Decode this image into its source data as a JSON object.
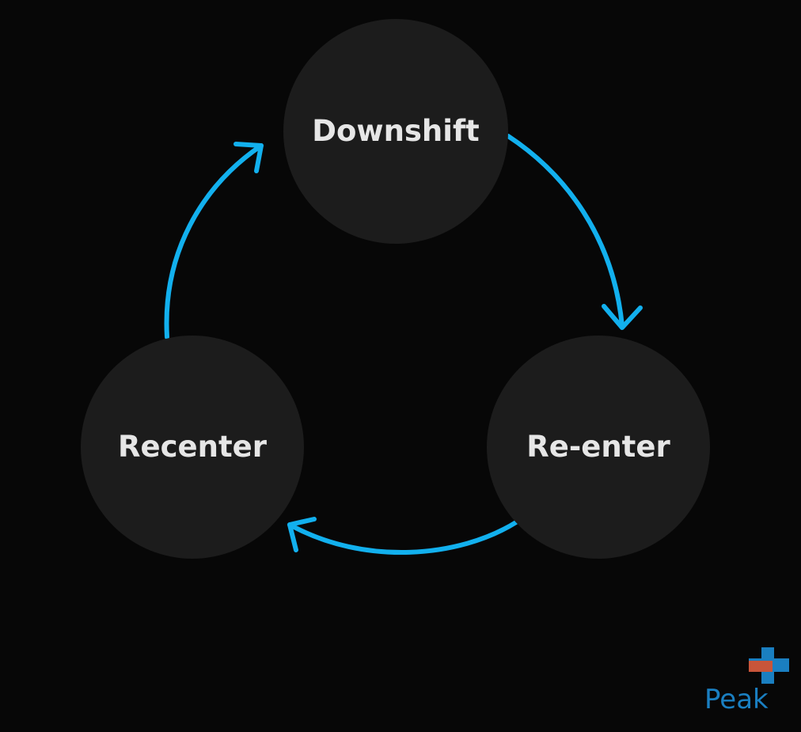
{
  "diagram": {
    "nodes": [
      {
        "id": "downshift",
        "label": "Downshift"
      },
      {
        "id": "re-enter",
        "label": "Re-enter"
      },
      {
        "id": "recenter",
        "label": "Recenter"
      }
    ],
    "edges": [
      {
        "from": "downshift",
        "to": "re-enter"
      },
      {
        "from": "re-enter",
        "to": "recenter"
      },
      {
        "from": "recenter",
        "to": "downshift"
      }
    ]
  },
  "logo": {
    "text": "Peak",
    "icon": "medical-cross-icon"
  },
  "colors": {
    "background": "#070707",
    "node_fill": "#1c1c1c",
    "node_text": "#e6e6e6",
    "arrow": "#12b0ee",
    "logo_blue": "#1a7fc1",
    "logo_red": "#c8553a"
  }
}
